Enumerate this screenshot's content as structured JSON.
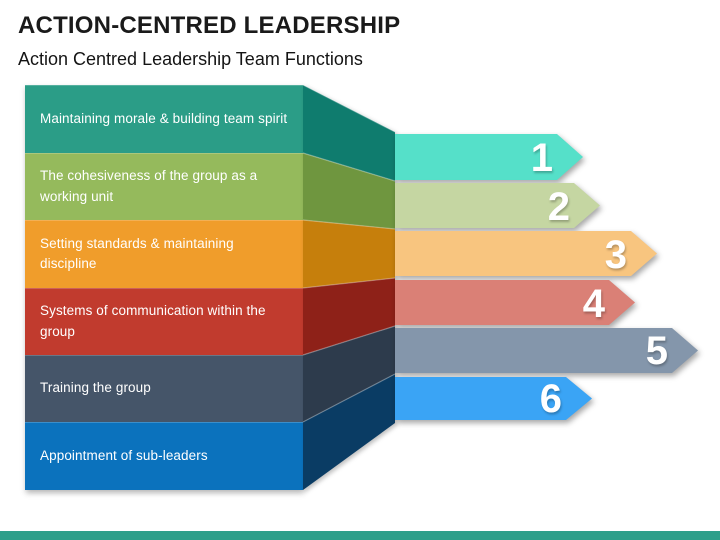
{
  "header": {
    "title": "ACTION-CENTRED LEADERSHIP",
    "subtitle": "Action Centred Leadership Team Functions"
  },
  "diagram": {
    "items": [
      {
        "number": "1",
        "label": "Maintaining  morale & building team spirit",
        "front_color": "#2B9D87",
        "side_color": "#0F7C6E",
        "arrow_color": "#55E0C9"
      },
      {
        "number": "2",
        "label": "The cohesiveness of the group as a working unit",
        "front_color": "#95BA5C",
        "side_color": "#6F963F",
        "arrow_color": "#C5D6A2"
      },
      {
        "number": "3",
        "label": "Setting standards & maintaining discipline",
        "front_color": "#F09D2B",
        "side_color": "#C67F0C",
        "arrow_color": "#F8C57F"
      },
      {
        "number": "4",
        "label": "Systems of communication within the group",
        "front_color": "#C13B2E",
        "side_color": "#8E2118",
        "arrow_color": "#DA8076"
      },
      {
        "number": "5",
        "label": "Training the group",
        "front_color": "#455569",
        "side_color": "#2D3B4C",
        "arrow_color": "#8496AB"
      },
      {
        "number": "6",
        "label": "Appointment of sub-leaders",
        "front_color": "#0B72BD",
        "side_color": "#0A3C64",
        "arrow_color": "#3AA4F5"
      }
    ]
  },
  "footer": {
    "accent_bar_color": "#2E9F8A"
  }
}
